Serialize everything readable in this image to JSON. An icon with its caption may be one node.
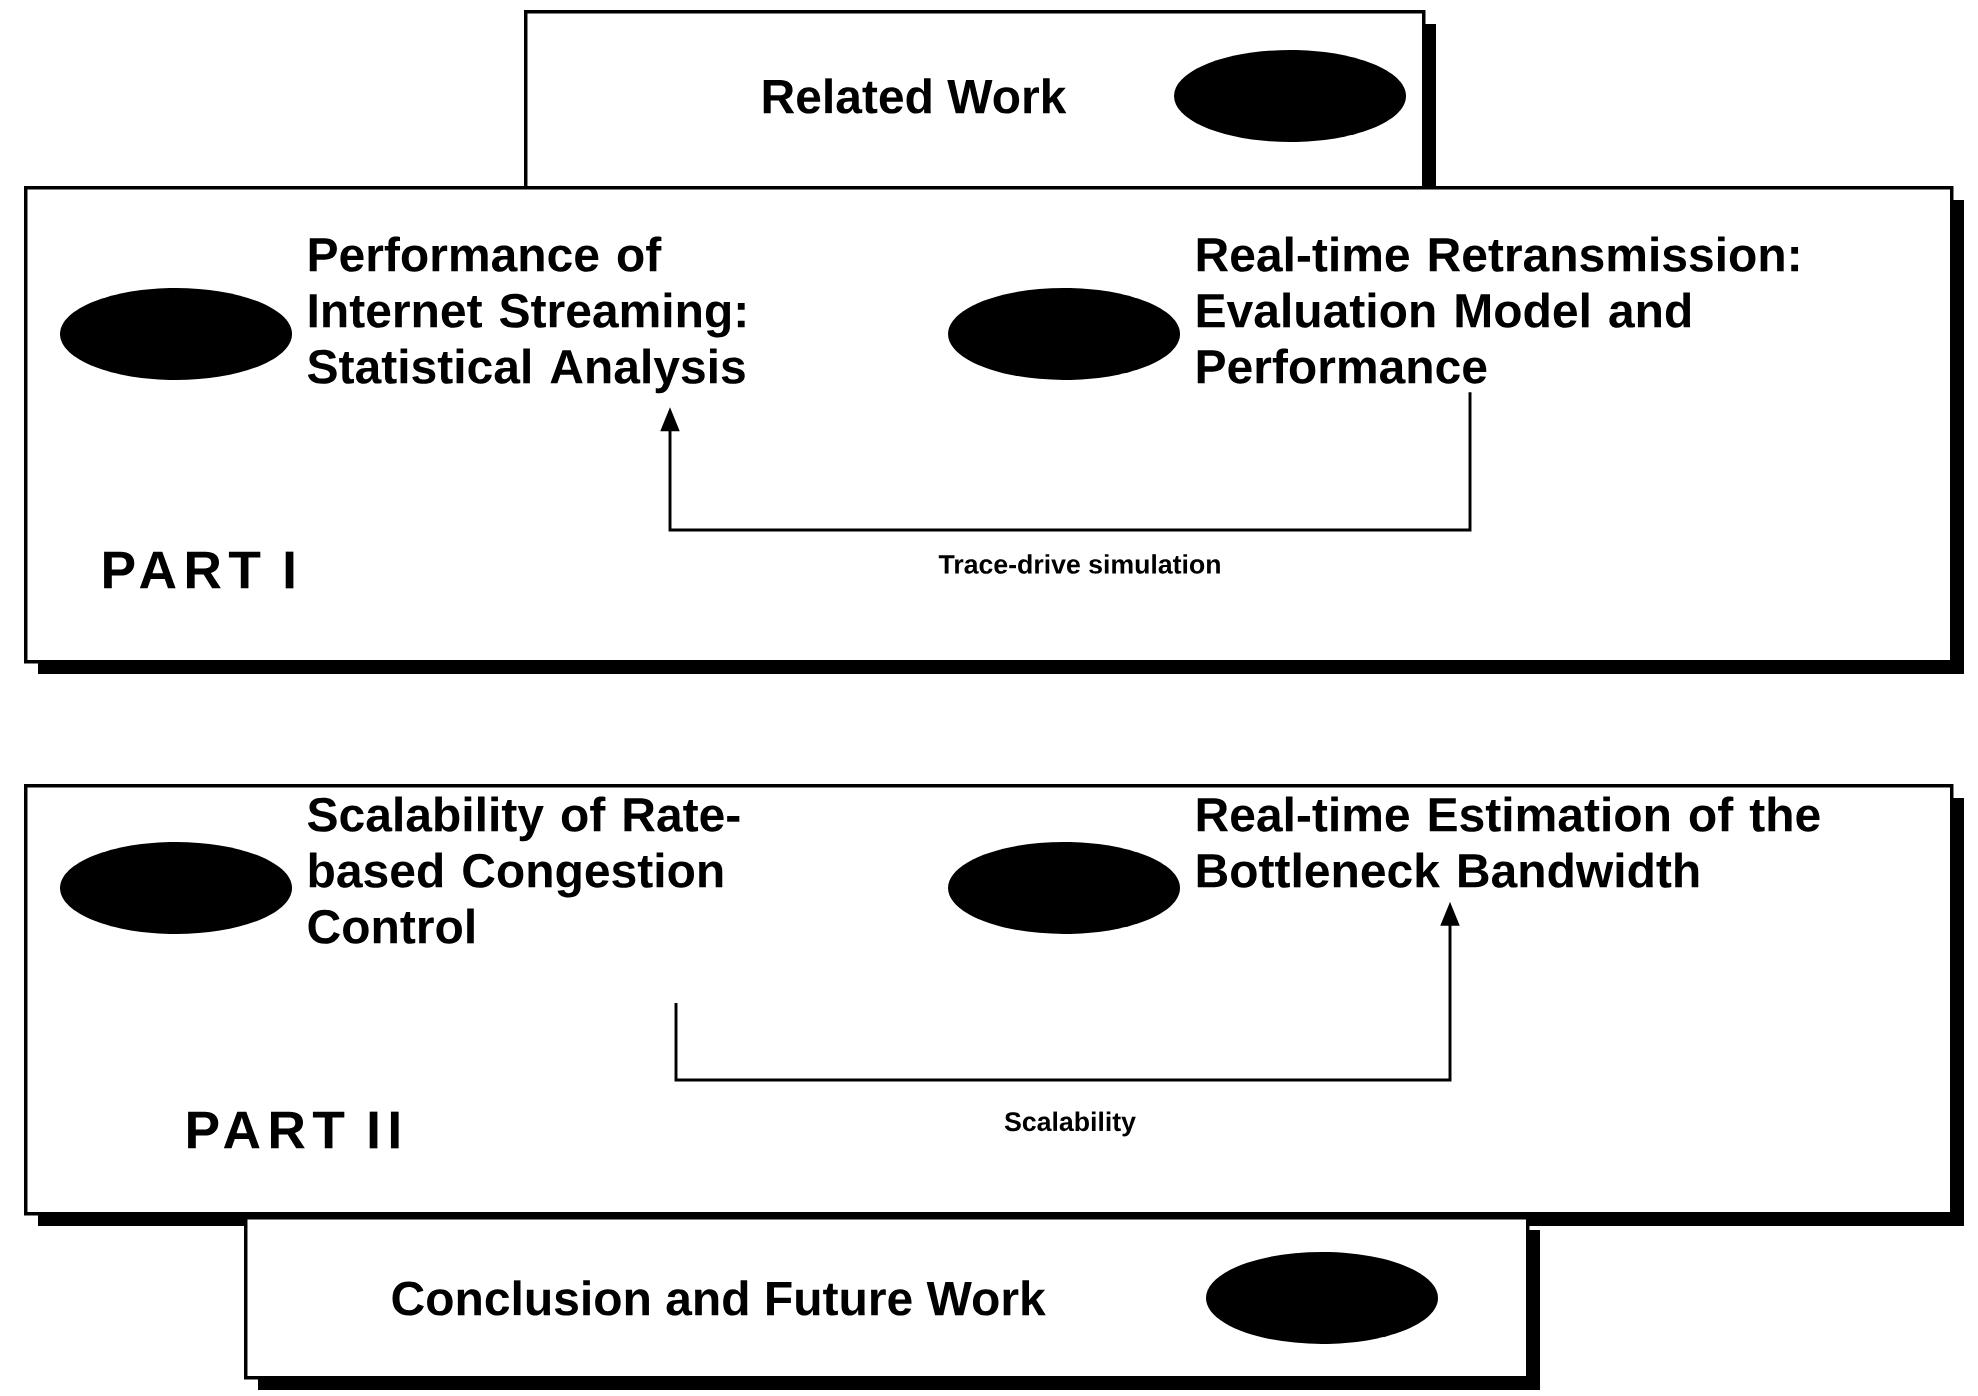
{
  "diagram": {
    "nodes": [
      {
        "text": [
          "Related Work"
        ]
      },
      {
        "text": [],
        "shape": "ellipse",
        "in": 0
      },
      {
        "text": [
          "PART I"
        ]
      },
      {
        "text": [],
        "shape": "ellipse",
        "in": 2
      },
      {
        "text": [
          "Performance of Internet Streaming: Statistical Analysis"
        ],
        "in": 2
      },
      {
        "text": [],
        "shape": "ellipse",
        "in": 2
      },
      {
        "text": [
          "Real-time Retransmission: Evaluation Model and Performance"
        ],
        "in": 2
      },
      {
        "text": [
          "PART II"
        ]
      },
      {
        "text": [],
        "shape": "ellipse",
        "in": 7
      },
      {
        "text": [
          "Scalability of Rate-based Congestion Control"
        ],
        "in": 7
      },
      {
        "text": [],
        "shape": "ellipse",
        "in": 7
      },
      {
        "text": [
          "Real-time Estimation of the Bottleneck Bandwidth"
        ],
        "in": 7
      },
      {
        "text": [
          "Conclusion and Future Work"
        ]
      },
      {
        "text": [],
        "shape": "ellipse",
        "in": 12
      }
    ],
    "edges": [
      {
        "from": 6,
        "to": 4,
        "arrow": "to",
        "label": "Trace-drive simulation"
      },
      {
        "from": 9,
        "to": 11,
        "arrow": "to",
        "label": "Scalability"
      }
    ]
  }
}
